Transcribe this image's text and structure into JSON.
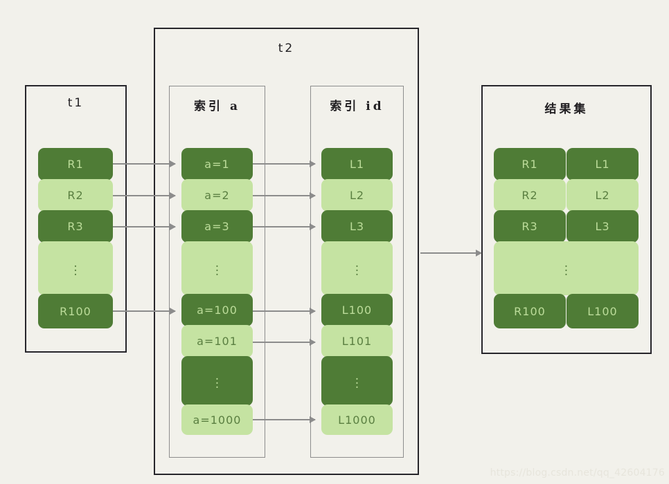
{
  "background_color": "#f2f1eb",
  "palette": {
    "dark_green": "#4f7c36",
    "light_green": "#c5e3a2",
    "dark_text": "#bcdc9a",
    "light_text": "#5a7f41",
    "frame_black": "#27262b",
    "frame_gray": "#8d8d8d",
    "arrow_gray": "#8c8c8c"
  },
  "diagram": {
    "type": "index-lookup-flow",
    "table_t1": {
      "title": "t1",
      "cells": [
        {
          "label": "R1",
          "shade": "dark"
        },
        {
          "label": "R2",
          "shade": "light"
        },
        {
          "label": "R3",
          "shade": "dark"
        },
        {
          "label": "",
          "shade": "light",
          "ellipsis": true
        },
        {
          "label": "R100",
          "shade": "dark"
        }
      ]
    },
    "table_t2": {
      "title": "t2",
      "index_a": {
        "title": "索引 a",
        "cells": [
          {
            "label": "a=1",
            "shade": "dark"
          },
          {
            "label": "a=2",
            "shade": "light"
          },
          {
            "label": "a=3",
            "shade": "dark"
          },
          {
            "label": "",
            "shade": "light",
            "ellipsis": true
          },
          {
            "label": "a=100",
            "shade": "dark"
          },
          {
            "label": "a=101",
            "shade": "light"
          },
          {
            "label": "",
            "shade": "dark",
            "ellipsis": true
          },
          {
            "label": "a=1000",
            "shade": "light"
          }
        ]
      },
      "index_id": {
        "title": "索引 id",
        "cells": [
          {
            "label": "L1",
            "shade": "dark"
          },
          {
            "label": "L2",
            "shade": "light"
          },
          {
            "label": "L3",
            "shade": "dark"
          },
          {
            "label": "",
            "shade": "light",
            "ellipsis": true
          },
          {
            "label": "L100",
            "shade": "dark"
          },
          {
            "label": "L101",
            "shade": "light"
          },
          {
            "label": "",
            "shade": "dark",
            "ellipsis": true
          },
          {
            "label": "L1000",
            "shade": "light"
          }
        ]
      }
    },
    "result_set": {
      "title": "结果集",
      "rows": [
        {
          "left": "R1",
          "right": "L1",
          "shade": "dark"
        },
        {
          "left": "R2",
          "right": "L2",
          "shade": "light"
        },
        {
          "left": "R3",
          "right": "L3",
          "shade": "dark"
        },
        {
          "left": "",
          "right": "",
          "shade": "light",
          "ellipsis": true
        },
        {
          "left": "R100",
          "right": "L100",
          "shade": "dark"
        }
      ]
    }
  },
  "watermark": "https://blog.csdn.net/qq_42604176"
}
